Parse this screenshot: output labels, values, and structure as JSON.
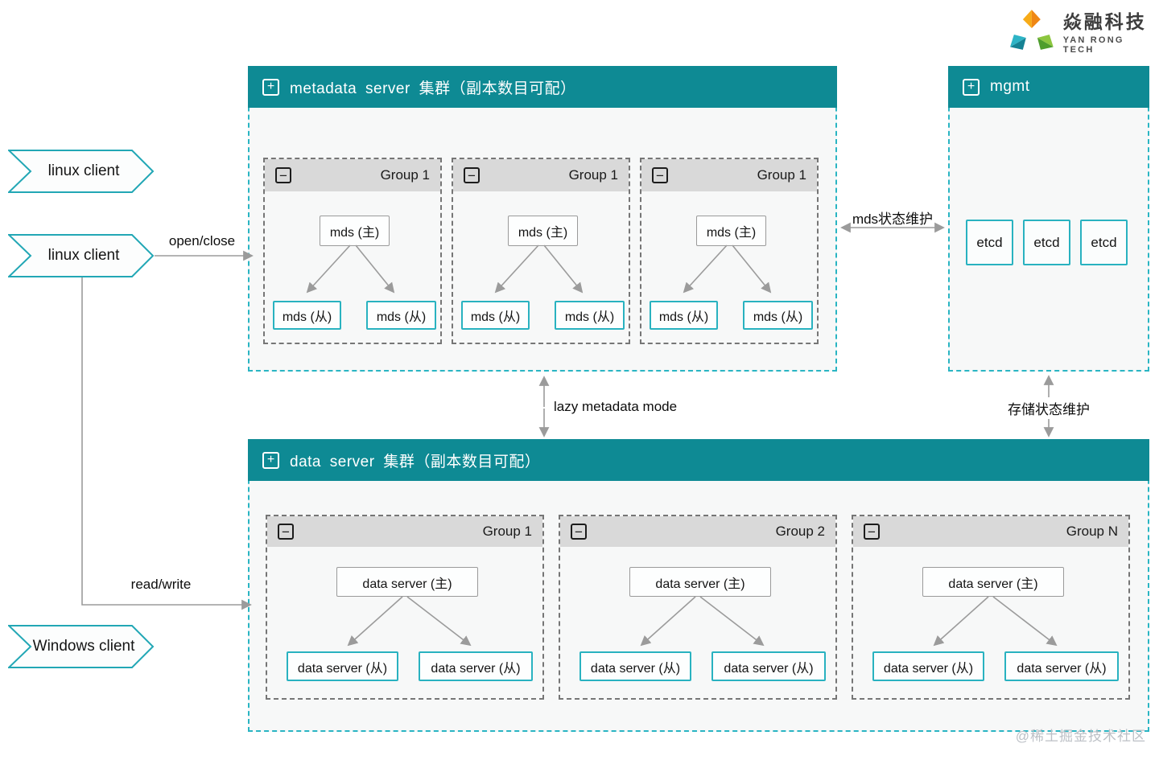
{
  "logo": {
    "name": "焱融科技",
    "tagline": "YAN RONG TECH"
  },
  "icons": {
    "expand": "+",
    "collapse": "−"
  },
  "clients": {
    "linux1": "linux client",
    "linux2": "linux client",
    "windows": "Windows client"
  },
  "labels": {
    "open_close": "open/close",
    "read_write": "read/write",
    "mds_state": "mds状态维护",
    "lazy_metadata": "lazy metadata mode",
    "storage_state": "存储状态维护",
    "watermark": "@稀土掘金技术社区"
  },
  "metadata_cluster": {
    "title": "metadata server 集群（副本数目可配）",
    "groups": [
      {
        "label": "Group 1",
        "primary": "mds (主)",
        "replica1": "mds (从)",
        "replica2": "mds (从)"
      },
      {
        "label": "Group 1",
        "primary": "mds (主)",
        "replica1": "mds (从)",
        "replica2": "mds (从)"
      },
      {
        "label": "Group 1",
        "primary": "mds (主)",
        "replica1": "mds (从)",
        "replica2": "mds (从)"
      }
    ]
  },
  "mgmt": {
    "title": "mgmt",
    "nodes": [
      "etcd",
      "etcd",
      "etcd"
    ]
  },
  "data_cluster": {
    "title": "data server 集群（副本数目可配）",
    "groups": [
      {
        "label": "Group 1",
        "primary": "data server (主)",
        "replica1": "data server (从)",
        "replica2": "data server (从)"
      },
      {
        "label": "Group 2",
        "primary": "data server (主)",
        "replica1": "data server (从)",
        "replica2": "data server (从)"
      },
      {
        "label": "Group N",
        "primary": "data server (主)",
        "replica1": "data server (从)",
        "replica2": "data server (从)"
      }
    ]
  },
  "colors": {
    "header_teal": "#0e8a94",
    "cyan_border": "#29b2c0",
    "arrow_gray": "#9b9b9b"
  }
}
